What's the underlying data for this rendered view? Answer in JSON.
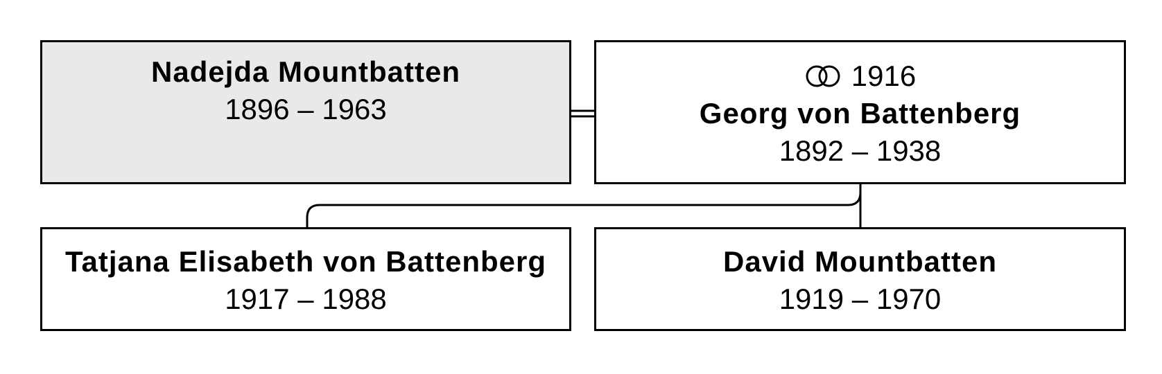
{
  "spouse": {
    "name": "Nadejda Mountbatten",
    "dates": "1896 – 1963"
  },
  "person": {
    "marriage_year": "1916",
    "name": "Georg von Battenberg",
    "dates": "1892 – 1938"
  },
  "children": [
    {
      "name": "Tatjana Elisabeth von Battenberg",
      "dates": "1917 – 1988"
    },
    {
      "name": "David Mountbatten",
      "dates": "1919 – 1970"
    }
  ],
  "icons": {
    "marriage": "wedding-rings-icon"
  },
  "colors": {
    "highlight_fill": "#e9e9e9",
    "line": "#000000"
  }
}
